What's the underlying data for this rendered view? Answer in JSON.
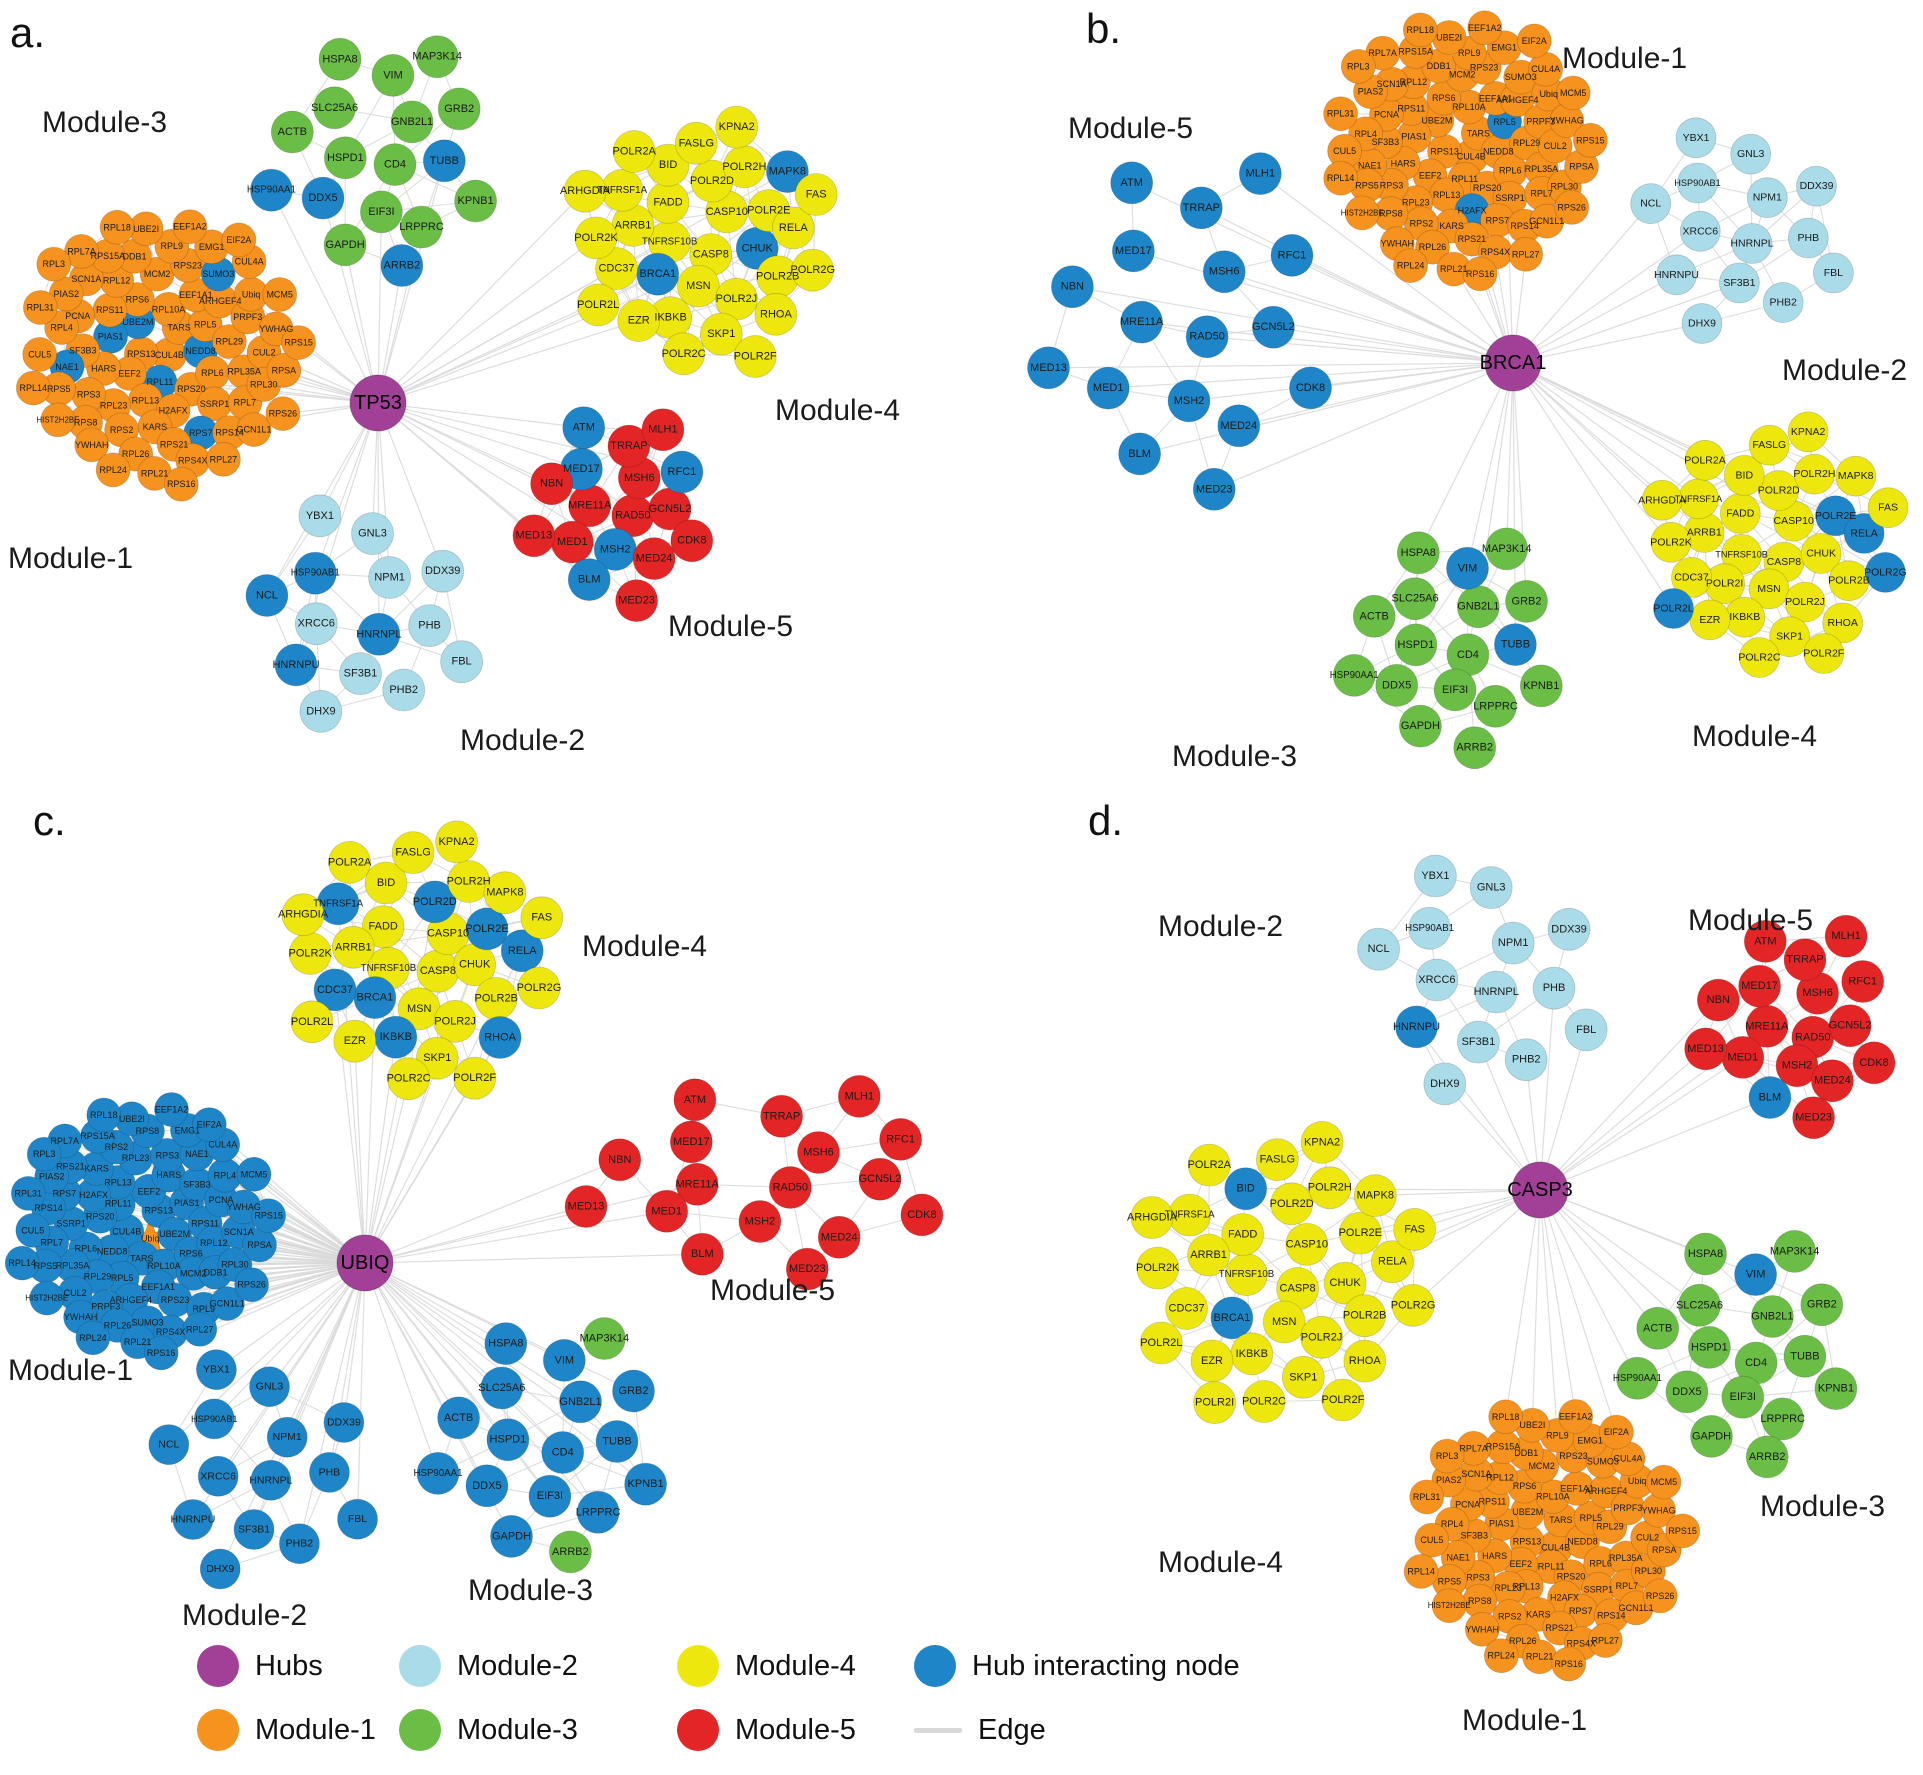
{
  "colors": {
    "hub": "#A23F97",
    "module1": "#F6921E",
    "module2": "#A9DBE8",
    "module3": "#6ABD45",
    "module4": "#EDE70E",
    "module5": "#E42526",
    "hub_interacting": "#1E86C8",
    "edge": "#D8D8D8",
    "node_label": "#1A1A1A",
    "background": "#FFFFFF"
  },
  "node_sets": {
    "module1_genes": [
      "CUL4B",
      "RPS13",
      "TARS",
      "RPL11",
      "UBE2M",
      "NEDD8",
      "EEF2",
      "RPL10A",
      "RPS20",
      "PIAS1",
      "RPL5",
      "RPL13",
      "RPS6",
      "RPL6",
      "HARS",
      "EEF1A1",
      "H2AFX",
      "RPS11",
      "RPL29",
      "RPL23",
      "MCM2",
      "SSRP1",
      "SF3B3",
      "ARHGEF4",
      "KARS",
      "RPL12",
      "RPL35A",
      "RPS3",
      "RPS23",
      "RPS7",
      "PCNA",
      "PRPF3",
      "RPS2",
      "DDB1",
      "RPL7",
      "NAE1",
      "SUMO3",
      "RPS21",
      "SCN1A",
      "CUL2",
      "RPS8",
      "RPL9",
      "RPS14",
      "RPL4",
      "Ubiq",
      "RPL26",
      "RPS15A",
      "RPL30",
      "RPS5",
      "EMG1",
      "RPS4X",
      "PIAS2",
      "YWHAG",
      "YWHAH",
      "UBE2I",
      "GCN1L1",
      "CUL5",
      "CUL4A",
      "RPL21",
      "RPL7A",
      "RPSA",
      "HIST2H2BE",
      "EEF1A2",
      "RPL27",
      "RPL31",
      "MCM5",
      "RPL24",
      "RPL18",
      "RPS26",
      "RPL14",
      "EIF2A",
      "RPS16",
      "RPL3",
      "RPS15"
    ],
    "module2_genes": [
      "HNRNPL",
      "XRCC6",
      "NPM1",
      "SF3B1",
      "HSP90AB1",
      "PHB",
      "HNRNPU",
      "GNL3",
      "PHB2",
      "NCL",
      "DDX39",
      "DHX9",
      "YBX1",
      "FBL"
    ],
    "module3_genes": [
      "CD4",
      "HSPD1",
      "GNB2L1",
      "EIF3I",
      "SLC25A6",
      "TUBB",
      "DDX5",
      "VIM",
      "LRPPRC",
      "ACTB",
      "GRB2",
      "GAPDH",
      "HSPA8",
      "KPNB1",
      "HSP90AA1",
      "MAP3K14",
      "ARRB2"
    ],
    "module4_genes": [
      "CASP8",
      "TNFRSF10B",
      "CASP10",
      "MSN",
      "FADD",
      "CHUK",
      "BRCA1",
      "POLR2D",
      "POLR2J",
      "ARRB1",
      "POLR2E",
      "IKBKB",
      "BID",
      "POLR2B",
      "CDC37",
      "POLR2H",
      "SKP1",
      "TNFRSF1A",
      "RELA",
      "EZR",
      "FASLG",
      "RHOA",
      "POLR2K",
      "MAPK8",
      "POLR2C",
      "POLR2A",
      "POLR2G",
      "POLR2L",
      "KPNA2",
      "POLR2F",
      "ARHGDIA",
      "FAS"
    ],
    "module4b_genes": [
      "CASP8",
      "TNFRSF10B",
      "CASP10",
      "MSN",
      "FADD",
      "CHUK",
      "POLR2I",
      "POLR2D",
      "POLR2J",
      "ARRB1",
      "POLR2E",
      "IKBKB",
      "BID",
      "POLR2B",
      "CDC37",
      "POLR2H",
      "SKP1",
      "TNFRSF1A",
      "RELA",
      "EZR",
      "FASLG",
      "RHOA",
      "POLR2K",
      "MAPK8",
      "POLR2C",
      "POLR2A",
      "POLR2G",
      "POLR2L",
      "KPNA2",
      "POLR2F",
      "ARHGDIA",
      "FAS"
    ],
    "module4d_genes": [
      "CASP8",
      "TNFRSF10B",
      "CASP10",
      "MSN",
      "FADD",
      "CHUK",
      "BRCA1",
      "POLR2D",
      "POLR2J",
      "ARRB1",
      "POLR2E",
      "IKBKB",
      "BID",
      "POLR2B",
      "CDC37",
      "POLR2H",
      "SKP1",
      "TNFRSF1A",
      "RELA",
      "EZR",
      "FASLG",
      "RHOA",
      "POLR2K",
      "MAPK8",
      "POLR2C",
      "POLR2A",
      "POLR2G",
      "POLR2L",
      "KPNA2",
      "POLR2F",
      "ARHGDIA",
      "FAS",
      "POLR2I"
    ],
    "module5_genes": [
      "RAD50",
      "MRE11A",
      "MSH6",
      "MSH2",
      "MED17",
      "GCN5L2",
      "MED1",
      "TRRAP",
      "MED24",
      "NBN",
      "RFC1",
      "BLM",
      "ATM",
      "CDK8",
      "MED13",
      "MLH1",
      "MED23"
    ]
  },
  "figure": {
    "panels": [
      {
        "id": "a",
        "letter": "a.",
        "hub": {
          "name": "TP53"
        },
        "modules": [
          {
            "id": "module-1",
            "label": "Module-1",
            "set": "module1_genes",
            "base": "module1",
            "blue": [
              "RPL11",
              "UBE2M",
              "NEDD8",
              "PIAS1",
              "RPS7",
              "NAE1",
              "SUMO3"
            ]
          },
          {
            "id": "module-2",
            "label": "Module-2",
            "set": "module2_genes",
            "base": "module2",
            "blue": [
              "HNRNPL",
              "HSP90AB1",
              "HNRNPU",
              "NCL"
            ]
          },
          {
            "id": "module-3",
            "label": "Module-3",
            "set": "module3_genes",
            "base": "module3",
            "blue": [
              "TUBB",
              "DDX5",
              "HSP90AA1",
              "ARRB2"
            ]
          },
          {
            "id": "module-4",
            "label": "Module-4",
            "set": "module4_genes",
            "base": "module4",
            "blue": [
              "CHUK",
              "MAPK8",
              "BRCA1"
            ]
          },
          {
            "id": "module-5",
            "label": "Module-5",
            "set": "module5_genes",
            "base": "module5",
            "blue": [
              "MSH2",
              "MED17",
              "BLM",
              "ATM",
              "RFC1"
            ]
          }
        ]
      },
      {
        "id": "b",
        "letter": "b.",
        "hub": {
          "name": "BRCA1"
        },
        "modules": [
          {
            "id": "module-1",
            "label": "Module-1",
            "set": "module1_genes",
            "base": "module1",
            "blue": [
              "H2AFX",
              "RPL5"
            ]
          },
          {
            "id": "module-2",
            "label": "Module-2",
            "set": "module2_genes",
            "base": "module2",
            "blue": []
          },
          {
            "id": "module-3",
            "label": "Module-3",
            "set": "module3_genes",
            "base": "module3",
            "blue": [
              "TUBB",
              "VIM"
            ]
          },
          {
            "id": "module-4",
            "label": "Module-4",
            "set": "module4b_genes",
            "base": "module4",
            "blue": [
              "POLR2L",
              "RELA",
              "POLR2G",
              "POLR2E"
            ]
          },
          {
            "id": "module-5",
            "label": "Module-5",
            "set": "module5_genes",
            "base": "hub_interacting",
            "blue": []
          }
        ]
      },
      {
        "id": "c",
        "letter": "c.",
        "hub": {
          "name": "UBIQ"
        },
        "modules": [
          {
            "id": "module-1",
            "label": "Module-1",
            "set": "module1_genes",
            "base": "hub_interacting",
            "blue": [],
            "star": "Ubiq",
            "star_color": "module1"
          },
          {
            "id": "module-2",
            "label": "Module-2",
            "set": "module2_genes",
            "base": "hub_interacting",
            "blue": []
          },
          {
            "id": "module-3",
            "label": "Module-3",
            "set": "module3_genes",
            "base": "hub_interacting",
            "blue": [],
            "accent_color": "module3",
            "accent_nodes": [
              "ARRB2",
              "MAP3K14"
            ]
          },
          {
            "id": "module-4",
            "label": "Module-4",
            "set": "module4_genes",
            "base": "module4",
            "blue": [
              "BRCA1",
              "POLR2E",
              "IKBKB",
              "CDC37",
              "TNFRSF1A",
              "RELA",
              "RHOA",
              "POLR2D"
            ]
          },
          {
            "id": "module-5",
            "label": "Module-5",
            "set": "module5_genes",
            "base": "module5",
            "blue": []
          }
        ]
      },
      {
        "id": "d",
        "letter": "d.",
        "hub": {
          "name": "CASP3"
        },
        "modules": [
          {
            "id": "module-1",
            "label": "Module-1",
            "set": "module1_genes",
            "base": "module1",
            "blue": []
          },
          {
            "id": "module-2",
            "label": "Module-2",
            "set": "module2_genes",
            "base": "module2",
            "blue": [
              "HNRNPU"
            ]
          },
          {
            "id": "module-3",
            "label": "Module-3",
            "set": "module3_genes",
            "base": "module3",
            "blue": [
              "VIM"
            ]
          },
          {
            "id": "module-4",
            "label": "Module-4",
            "set": "module4d_genes",
            "base": "module4",
            "blue": [
              "BRCA1",
              "BID"
            ]
          },
          {
            "id": "module-5",
            "label": "Module-5",
            "set": "module5_genes",
            "base": "module5",
            "blue": [
              "BLM"
            ]
          }
        ]
      }
    ],
    "legend": {
      "items": [
        {
          "label": "Hubs",
          "swatch": "hub",
          "type": "circle"
        },
        {
          "label": "Module-2",
          "swatch": "module2",
          "type": "circle"
        },
        {
          "label": "Module-4",
          "swatch": "module4",
          "type": "circle"
        },
        {
          "label": "Hub interacting node",
          "swatch": "hub_interacting",
          "type": "circle"
        },
        {
          "label": "Module-1",
          "swatch": "module1",
          "type": "circle"
        },
        {
          "label": "Module-3",
          "swatch": "module3",
          "type": "circle"
        },
        {
          "label": "Module-5",
          "swatch": "module5",
          "type": "circle"
        },
        {
          "label": "Edge",
          "swatch": "edge",
          "type": "line"
        }
      ]
    }
  }
}
